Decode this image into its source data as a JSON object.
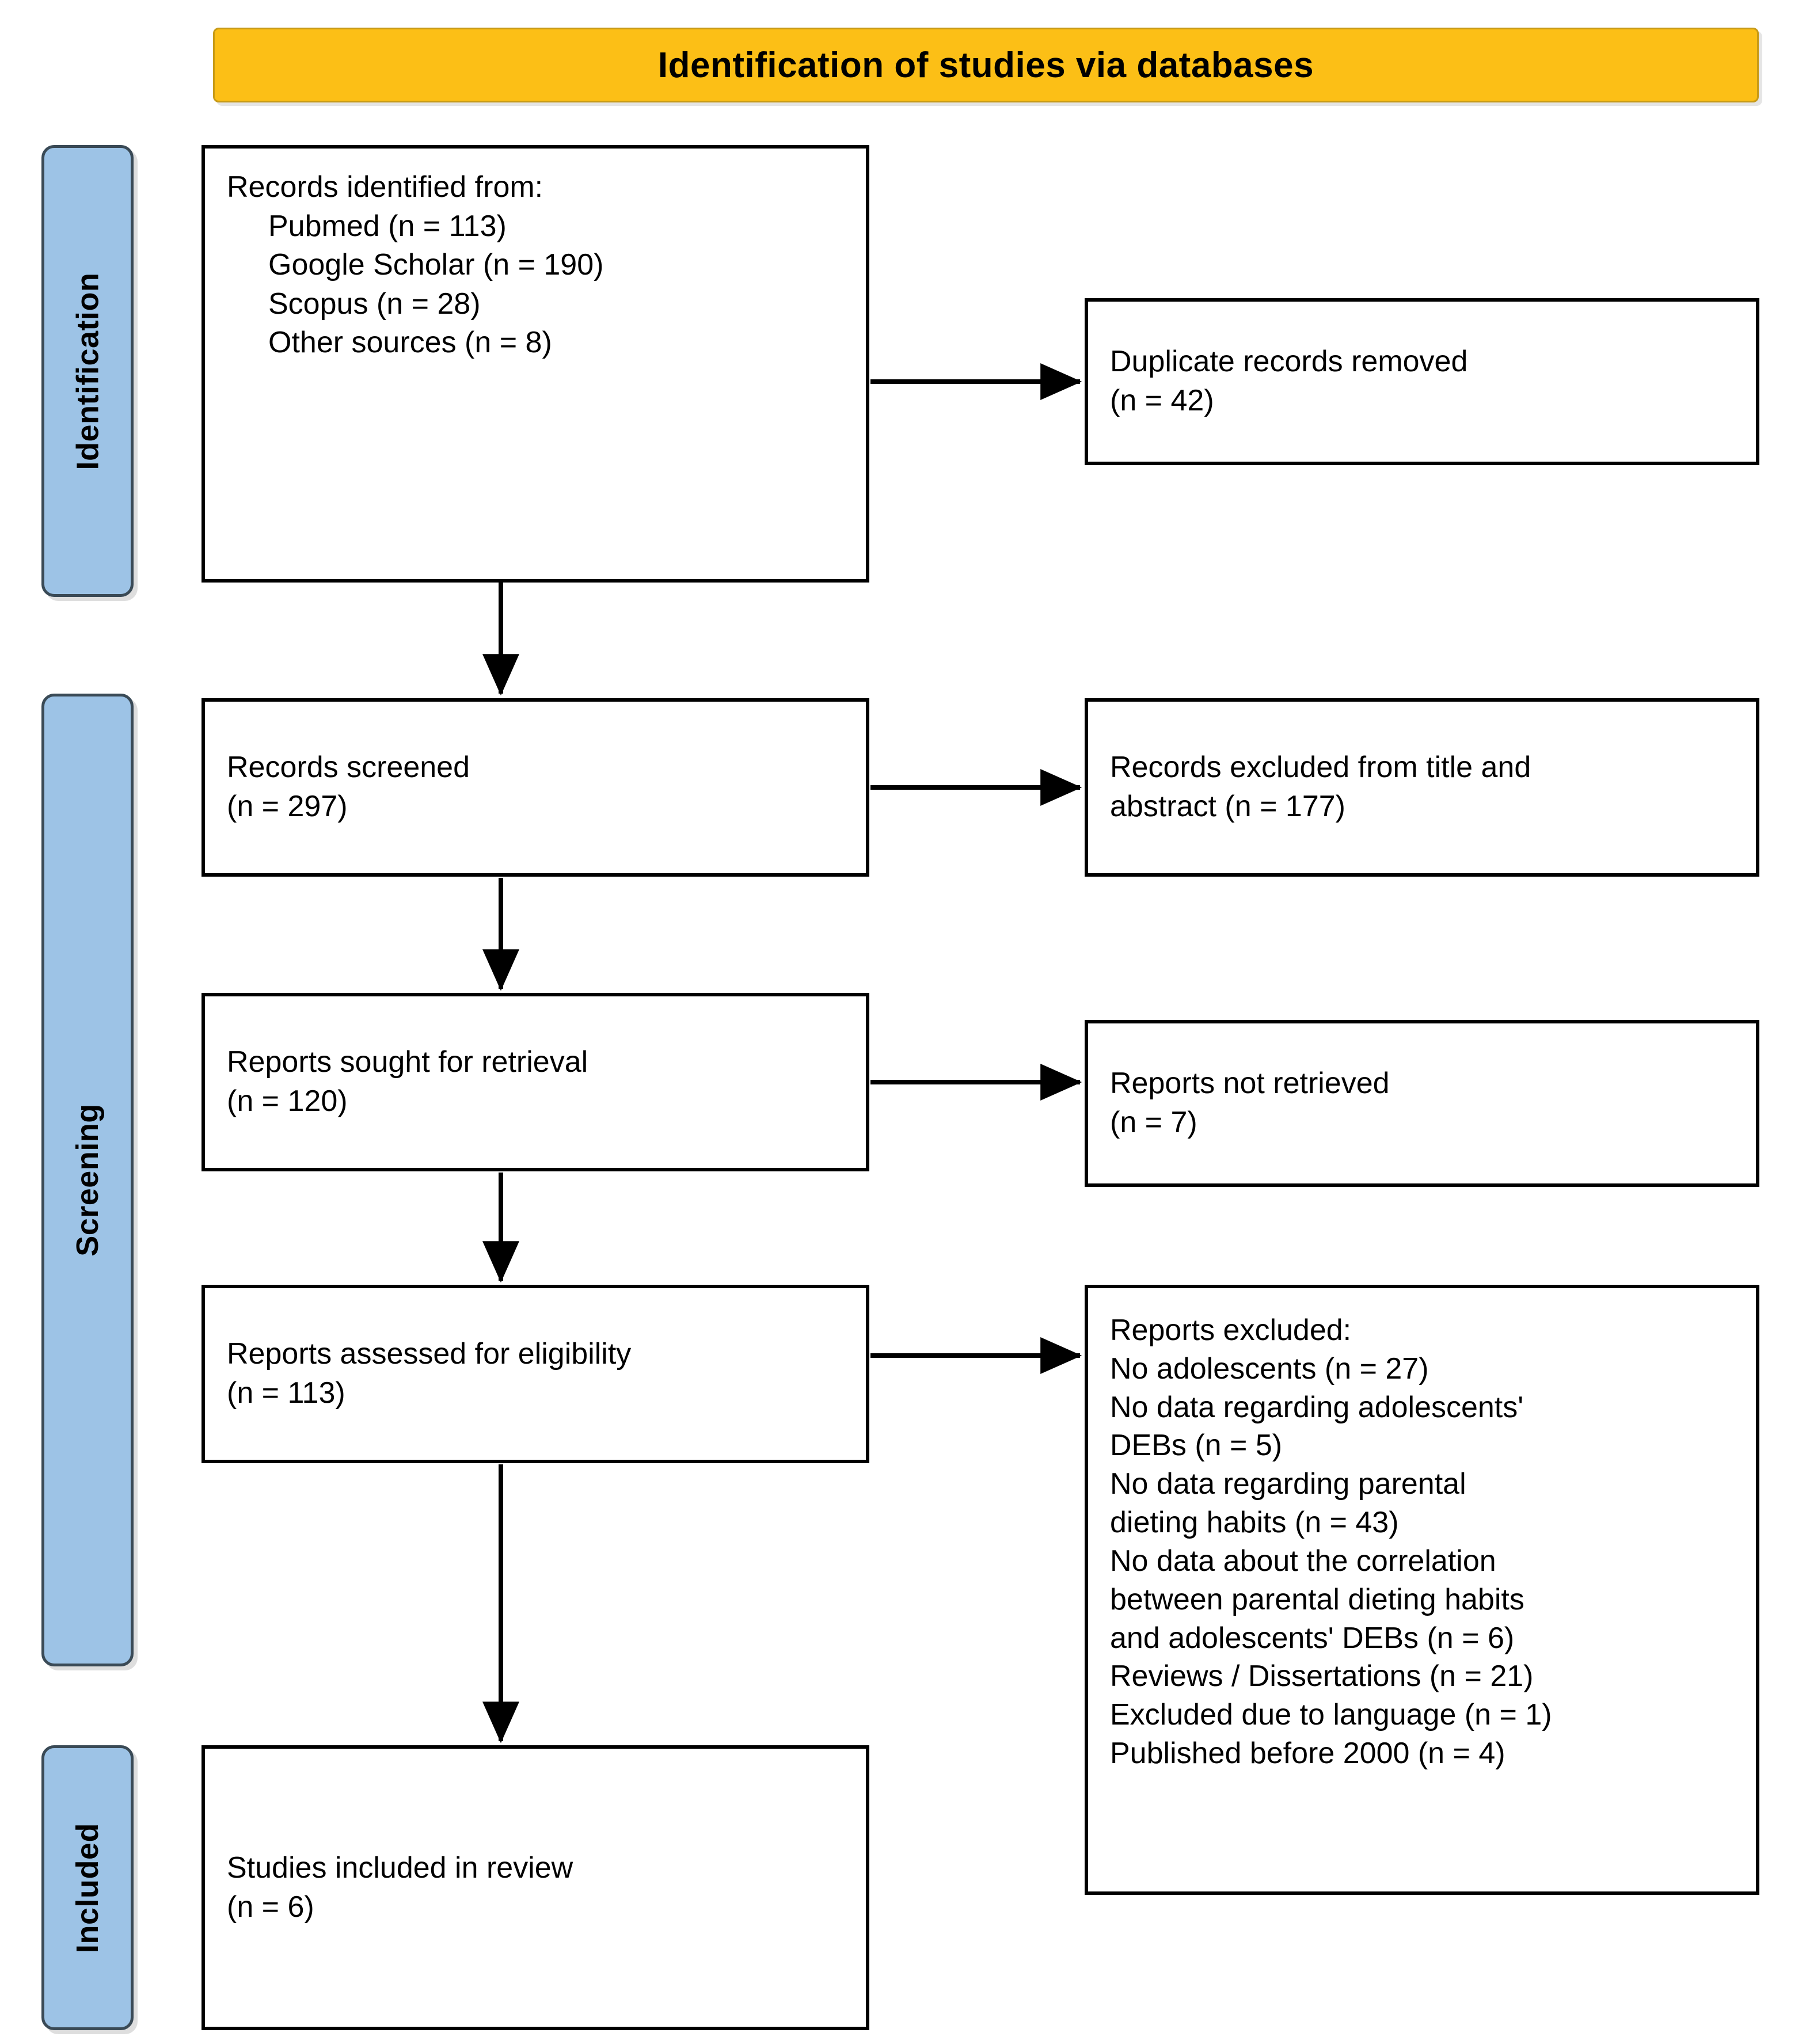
{
  "header": {
    "title": "Identification of studies via databases"
  },
  "stages": [
    {
      "id": "identification",
      "label": "Identification"
    },
    {
      "id": "screening",
      "label": "Screening"
    },
    {
      "id": "included",
      "label": "Included"
    }
  ],
  "boxes": {
    "identified": {
      "name": "records-identified",
      "lines": [
        "Records identified from:",
        "Pubmed (n = 113)",
        "Google Scholar (n = 190)",
        "Scopus (n = 28)",
        "Other sources (n = 8)"
      ]
    },
    "duplicates": {
      "name": "duplicate-records-removed",
      "lines": [
        "Duplicate records removed",
        "(n = 42)"
      ]
    },
    "screened": {
      "name": "records-screened",
      "lines": [
        "Records screened",
        "(n = 297)"
      ]
    },
    "excluded_title_abstract": {
      "name": "records-excluded-title-abstract",
      "lines": [
        "Records excluded from title and",
        "abstract (n = 177)"
      ]
    },
    "sought": {
      "name": "reports-sought-for-retrieval",
      "lines": [
        "Reports sought for retrieval",
        "(n = 120)"
      ]
    },
    "not_retrieved": {
      "name": "reports-not-retrieved",
      "lines": [
        "Reports not retrieved",
        "(n = 7)"
      ]
    },
    "assessed": {
      "name": "reports-assessed-for-eligibility",
      "lines": [
        "Reports assessed for eligibility",
        "(n = 113)"
      ]
    },
    "reports_excluded": {
      "name": "reports-excluded",
      "lines": [
        "Reports excluded:",
        "No adolescents (n = 27)",
        "No data regarding adolescents'",
        "DEBs (n = 5)",
        "No data regarding parental",
        "dieting habits (n = 43)",
        "No data about the correlation",
        "between parental dieting habits",
        "and adolescents' DEBs (n = 6)",
        "Reviews / Dissertations (n = 21)",
        "Excluded due to language (n = 1)",
        "Published before 2000 (n = 4)"
      ]
    },
    "included": {
      "name": "studies-included-in-review",
      "lines": [
        "Studies included in review",
        "(n = 6)"
      ]
    }
  },
  "counts": {
    "pubmed": 113,
    "google_scholar": 190,
    "scopus": 28,
    "other_sources": 8,
    "duplicates_removed": 42,
    "records_screened": 297,
    "records_excluded_title_abstract": 177,
    "reports_sought": 120,
    "reports_not_retrieved": 7,
    "reports_assessed": 113,
    "excl_no_adolescents": 27,
    "excl_no_data_debs": 5,
    "excl_no_data_parental_dieting": 43,
    "excl_no_data_correlation": 6,
    "excl_reviews_dissertations": 21,
    "excl_language": 1,
    "excl_published_before_2000": 4,
    "studies_included": 6
  },
  "colors": {
    "header_fill": "#fcbf16",
    "header_border": "#c79a17",
    "stage_fill": "#9dc3e6",
    "stage_border": "#3a4a56",
    "box_border": "#000000",
    "text": "#000000",
    "background": "#ffffff"
  }
}
